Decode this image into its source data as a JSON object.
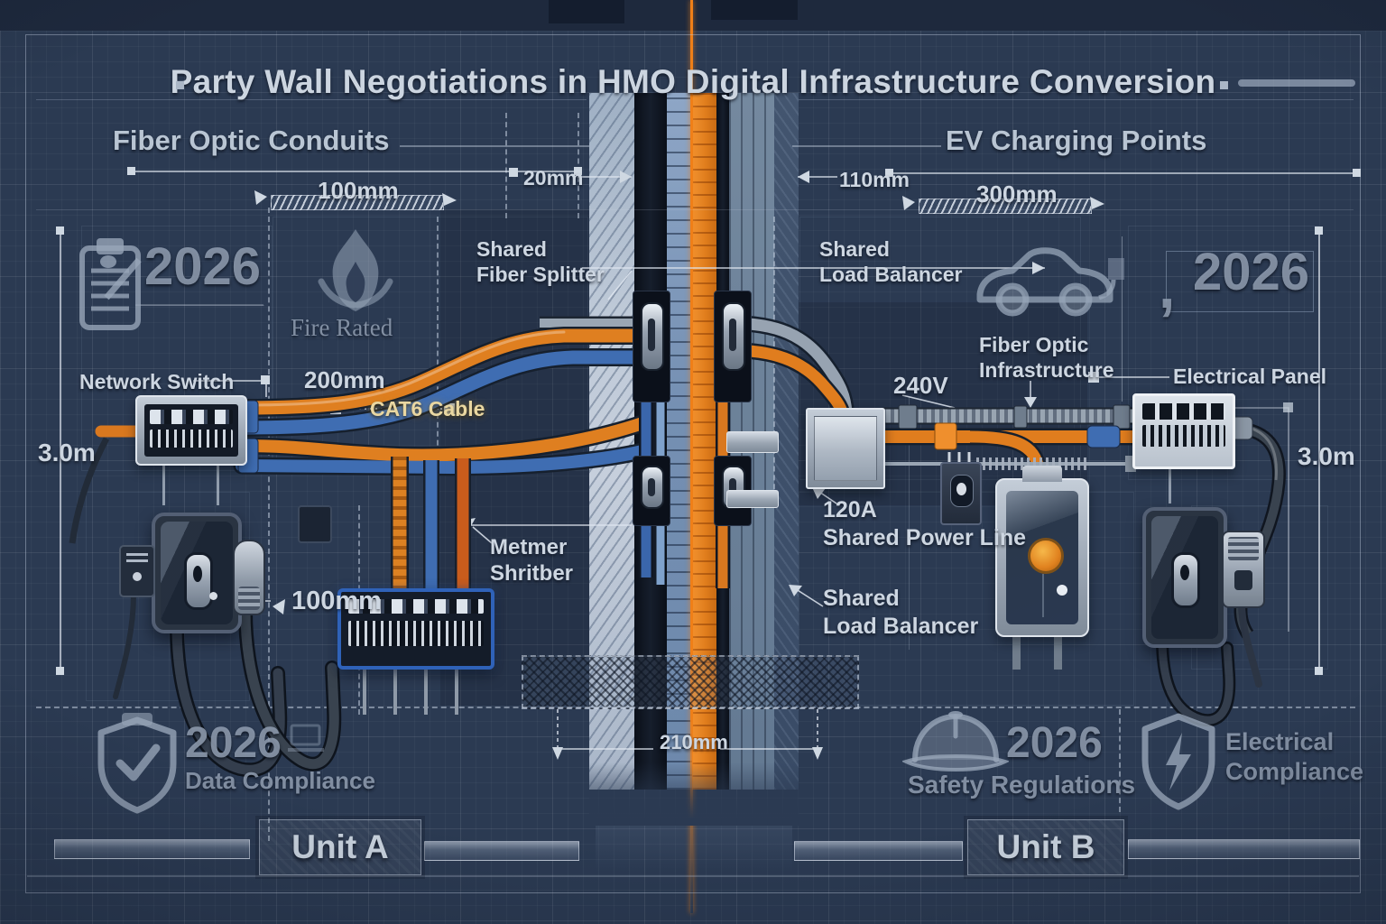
{
  "title": "Party Wall Negotiations in HMO Digital Infrastructure Conversion",
  "sections": {
    "left": "Fiber Optic Conduits",
    "right": "EV Charging Points"
  },
  "units": {
    "a": "Unit A",
    "b": "Unit B"
  },
  "dims": {
    "left_span": "100mm",
    "wall_gap": "20mm",
    "right_offset": "110mm",
    "right_span": "300mm",
    "switch_offset": "200mm",
    "splitter_offset": "100mm",
    "wall_thickness": "210mm",
    "left_height": "3.0m",
    "right_height": "3.0m",
    "voltage": "240V",
    "power_line": "120A\nShared Power Line"
  },
  "labels": {
    "network_switch": "Network Switch",
    "cat6": "CAT6 Cable",
    "fiber_splitter": "Shared\nFiber Splitter",
    "load_balancer_top": "Shared\nLoad Balancer",
    "fiber_infra": "Fiber Optic\nInfrastructure",
    "electrical_panel": "Electrical Panel",
    "meter_splitter": "Metmer\nShritber",
    "load_balancer_bottom": "Shared\nLoad Balancer"
  },
  "badges": {
    "fire_rated": "Fire Rated",
    "year_left": "2026",
    "year_right": "2026",
    "year_right_prefix": ",",
    "data_compliance": {
      "year": "2026",
      "label": "Data Compliance"
    },
    "safety": {
      "year": "2026",
      "label": "Safety Regulations"
    },
    "electrical_compliance": "Electrical\nCompliance"
  },
  "colors": {
    "background": "#2b3a52",
    "orange": "#e0801f",
    "blue": "#3f6db2",
    "text": "#c9d3de"
  }
}
